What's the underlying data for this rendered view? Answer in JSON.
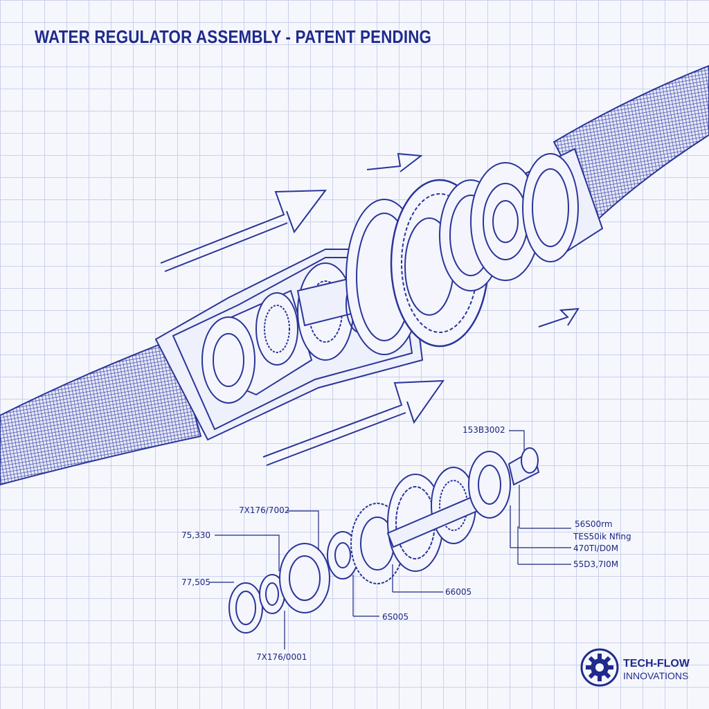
{
  "title": "WATER REGULATOR ASSEMBLY - PATENT PENDING",
  "callouts": {
    "c1": "153B3002",
    "c2": "7X176/7002",
    "c3": "75,330",
    "c4": "77,505",
    "c5": "7X176/0001",
    "c6": "6S005",
    "c7": "66005",
    "c8": "56S00rm",
    "c9": "TES50ik Nfing",
    "c10": "470TI/D0M",
    "c11": "55D3,7I0M"
  },
  "logo": {
    "line1": "TECH-FLOW",
    "line2": "INNOVATIONS",
    "icon": "gear-icon"
  },
  "colors": {
    "ink": "#1f2a8c",
    "grid": "#c9cfec",
    "paper": "#f6f7fd"
  }
}
